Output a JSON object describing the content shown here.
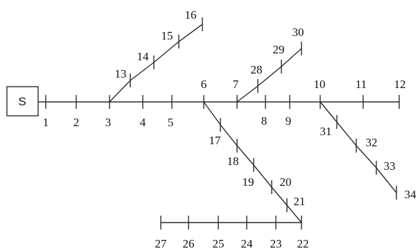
{
  "source": {
    "label": "S"
  },
  "nodes": [
    {
      "id": "1",
      "label": "1"
    },
    {
      "id": "2",
      "label": "2"
    },
    {
      "id": "3",
      "label": "3"
    },
    {
      "id": "4",
      "label": "4"
    },
    {
      "id": "5",
      "label": "5"
    },
    {
      "id": "6",
      "label": "6"
    },
    {
      "id": "7",
      "label": "7"
    },
    {
      "id": "8",
      "label": "8"
    },
    {
      "id": "9",
      "label": "9"
    },
    {
      "id": "10",
      "label": "10"
    },
    {
      "id": "11",
      "label": "11"
    },
    {
      "id": "12",
      "label": "12"
    },
    {
      "id": "13",
      "label": "13"
    },
    {
      "id": "14",
      "label": "14"
    },
    {
      "id": "15",
      "label": "15"
    },
    {
      "id": "16",
      "label": "16"
    },
    {
      "id": "17",
      "label": "17"
    },
    {
      "id": "18",
      "label": "18"
    },
    {
      "id": "19",
      "label": "19"
    },
    {
      "id": "20",
      "label": "20"
    },
    {
      "id": "21",
      "label": "21"
    },
    {
      "id": "22",
      "label": "22"
    },
    {
      "id": "23",
      "label": "23"
    },
    {
      "id": "24",
      "label": "24"
    },
    {
      "id": "25",
      "label": "25"
    },
    {
      "id": "26",
      "label": "26"
    },
    {
      "id": "27",
      "label": "27"
    },
    {
      "id": "28",
      "label": "28"
    },
    {
      "id": "29",
      "label": "29"
    },
    {
      "id": "30",
      "label": "30"
    },
    {
      "id": "31",
      "label": "31"
    },
    {
      "id": "32",
      "label": "32"
    },
    {
      "id": "33",
      "label": "33"
    },
    {
      "id": "34",
      "label": "34"
    }
  ],
  "branches": [
    {
      "from": "S",
      "path": [
        "1",
        "2",
        "3",
        "4",
        "5",
        "6",
        "7",
        "8",
        "9",
        "10",
        "11",
        "12"
      ]
    },
    {
      "from": "3",
      "path": [
        "13",
        "14",
        "15",
        "16"
      ]
    },
    {
      "from": "6",
      "path": [
        "17",
        "18",
        "19",
        "20",
        "21",
        "22"
      ]
    },
    {
      "from": "7",
      "path": [
        "28",
        "29",
        "30"
      ]
    },
    {
      "from": "10",
      "path": [
        "31",
        "32",
        "33",
        "34"
      ]
    },
    {
      "from": "22",
      "path": [
        "23",
        "24",
        "25",
        "26",
        "27"
      ]
    }
  ]
}
